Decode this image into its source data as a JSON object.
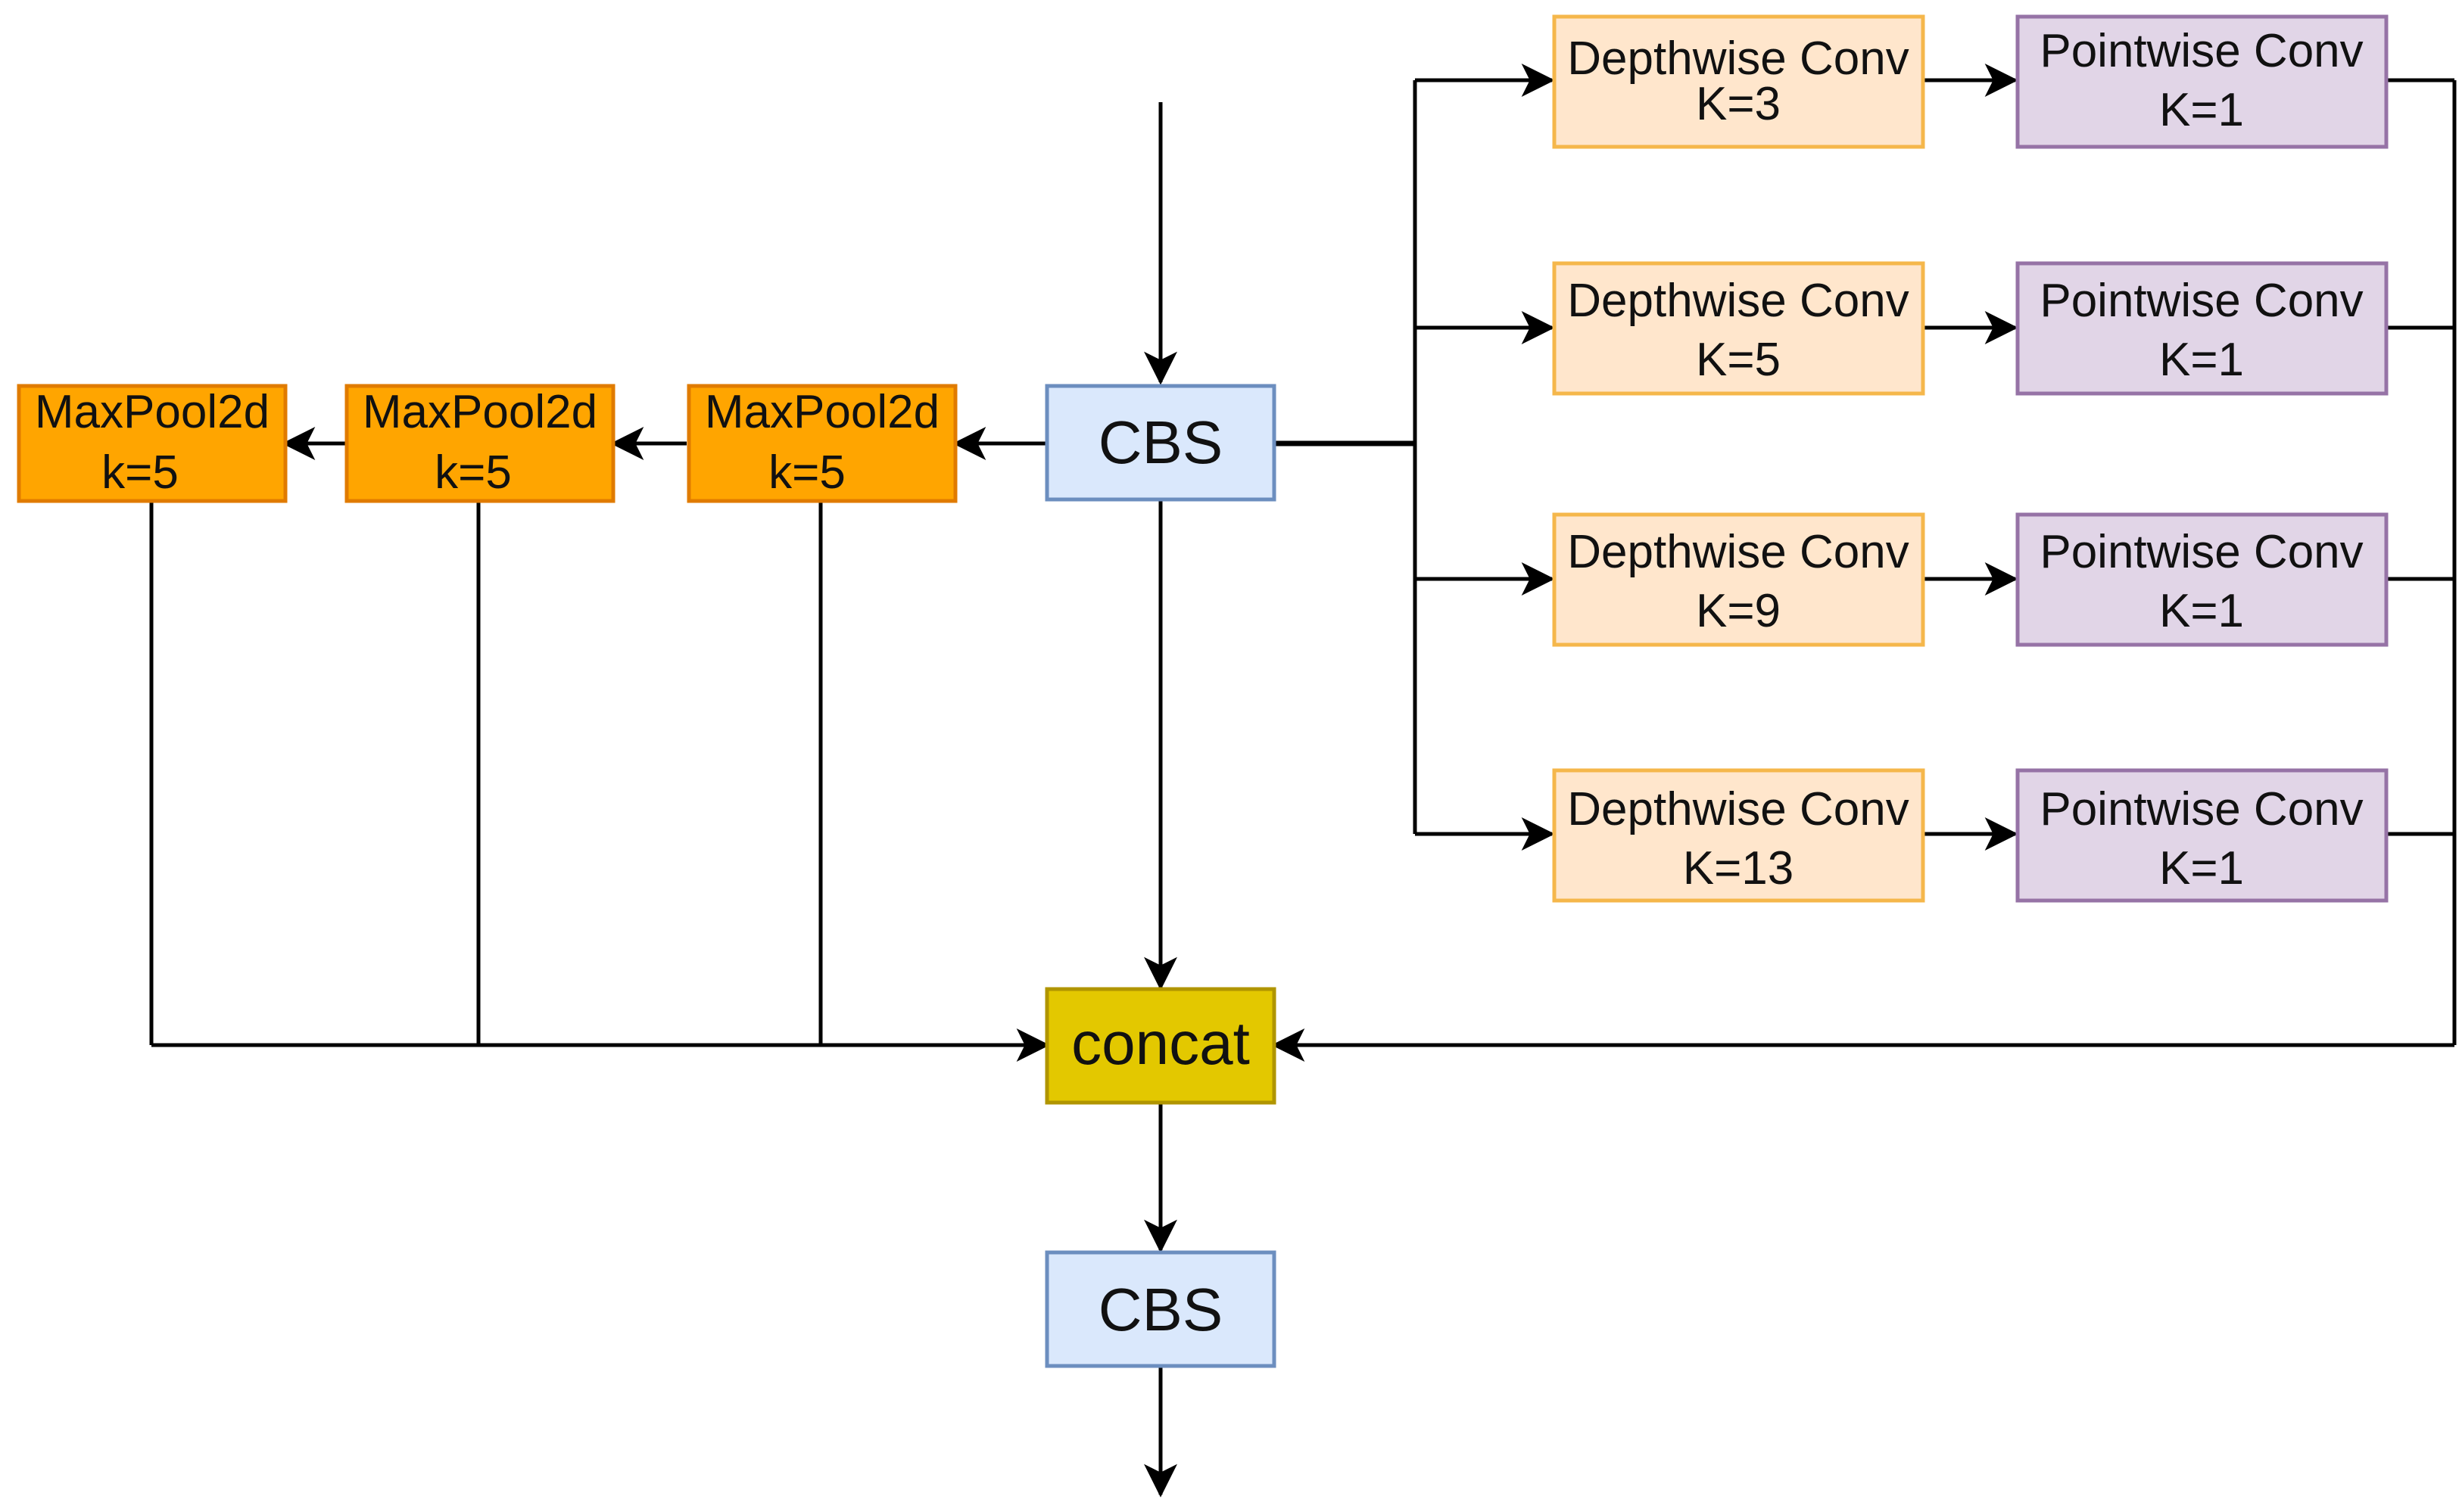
{
  "colors": {
    "cbs_fill": "#dae8fc",
    "cbs_stroke": "#6c8ebf",
    "maxpool_fill": "#ffa500",
    "maxpool_stroke": "#e07b00",
    "depthwise_fill": "#ffe6cc",
    "depthwise_stroke": "#f5b74b",
    "pointwise_fill": "#e1d5e7",
    "pointwise_stroke": "#9673a6",
    "concat_fill": "#e3c800",
    "concat_stroke": "#b09500"
  },
  "nodes": {
    "cbs_top": {
      "lines": [
        "CBS"
      ]
    },
    "cbs_bottom": {
      "lines": [
        "CBS"
      ]
    },
    "concat": {
      "lines": [
        "concat"
      ]
    },
    "maxpool": [
      {
        "lines": [
          "MaxPool2d",
          "k=5"
        ]
      },
      {
        "lines": [
          "MaxPool2d",
          "k=5"
        ]
      },
      {
        "lines": [
          "MaxPool2d",
          "k=5"
        ]
      }
    ],
    "depthwise": [
      {
        "lines": [
          "Depthwise Conv",
          "K=3"
        ]
      },
      {
        "lines": [
          "Depthwise Conv",
          "K=5"
        ]
      },
      {
        "lines": [
          "Depthwise Conv",
          "K=9"
        ]
      },
      {
        "lines": [
          "Depthwise Conv",
          "K=13"
        ]
      }
    ],
    "pointwise": [
      {
        "lines": [
          "Pointwise Conv",
          "K=1"
        ]
      },
      {
        "lines": [
          "Pointwise Conv",
          "K=1"
        ]
      },
      {
        "lines": [
          "Pointwise Conv",
          "K=1"
        ]
      },
      {
        "lines": [
          "Pointwise Conv",
          "K=1"
        ]
      }
    ]
  }
}
